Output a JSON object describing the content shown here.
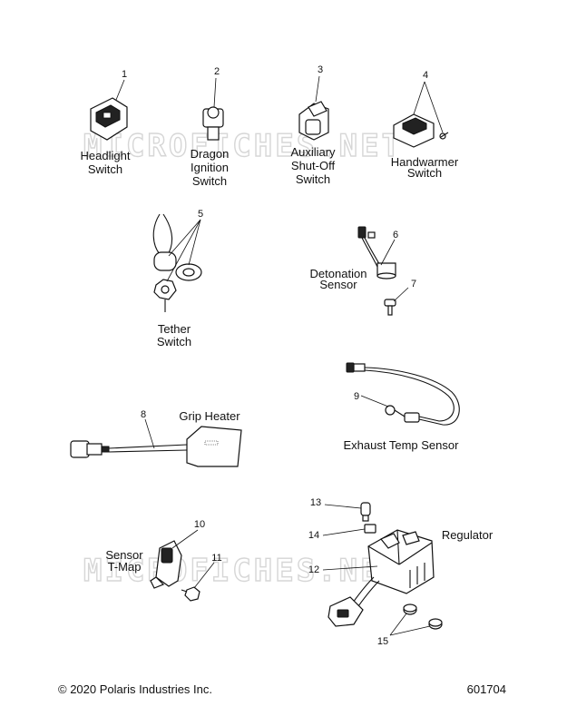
{
  "watermark": "MICROFICHES.NET",
  "parts": [
    {
      "number": "1",
      "label_lines": [
        "Headlight",
        "Switch"
      ]
    },
    {
      "number": "2",
      "label_lines": [
        "Dragon",
        "Ignition",
        "Switch"
      ]
    },
    {
      "number": "3",
      "label_lines": [
        "Auxiliary",
        "Shut-Off",
        "Switch"
      ]
    },
    {
      "number": "4",
      "label_lines": [
        "Handwarmer",
        "Switch"
      ]
    },
    {
      "number": "5",
      "label_lines": [
        "Tether",
        "Switch"
      ]
    },
    {
      "number": "6",
      "label_lines": [
        "Detonation",
        "Sensor"
      ]
    },
    {
      "number": "7",
      "label_lines": []
    },
    {
      "number": "8",
      "label_lines": [
        "Grip Heater"
      ]
    },
    {
      "number": "9",
      "label_lines": [
        "Exhaust Temp Sensor"
      ]
    },
    {
      "number": "10",
      "label_lines": [
        "Sensor",
        "T-Map"
      ]
    },
    {
      "number": "11",
      "label_lines": []
    },
    {
      "number": "12",
      "label_lines": [
        "Regulator"
      ]
    },
    {
      "number": "13",
      "label_lines": []
    },
    {
      "number": "14",
      "label_lines": []
    },
    {
      "number": "15",
      "label_lines": []
    }
  ],
  "footer": {
    "copyright": "© 2020 Polaris Industries Inc.",
    "diagram_id": "601704"
  }
}
